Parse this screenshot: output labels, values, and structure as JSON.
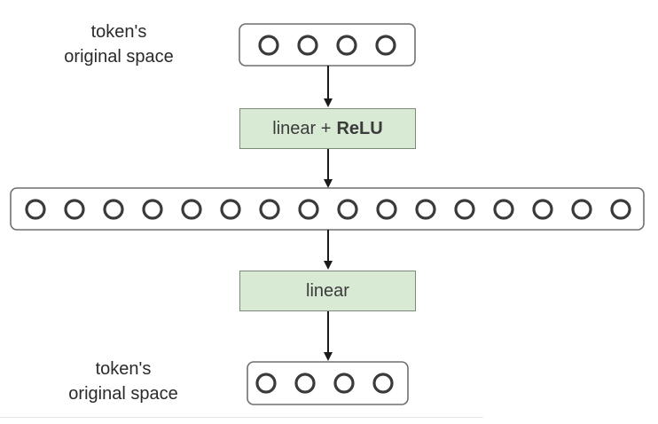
{
  "top_caption": {
    "line1": "token's",
    "line2": "original space"
  },
  "bottom_caption": {
    "line1": "token's",
    "line2": "original space"
  },
  "layer1": {
    "op": "linear +",
    "activation": "ReLU"
  },
  "layer2": {
    "label": "linear"
  },
  "vectors": {
    "input_nodes": 4,
    "hidden_nodes": 16,
    "output_nodes": 4
  },
  "colors": {
    "layer_fill": "#d8ead4",
    "layer_border": "#7d8a7a",
    "vector_border": "#6f6f6f",
    "node_stroke": "#3a3a3a",
    "arrow": "#1a1a1a"
  }
}
